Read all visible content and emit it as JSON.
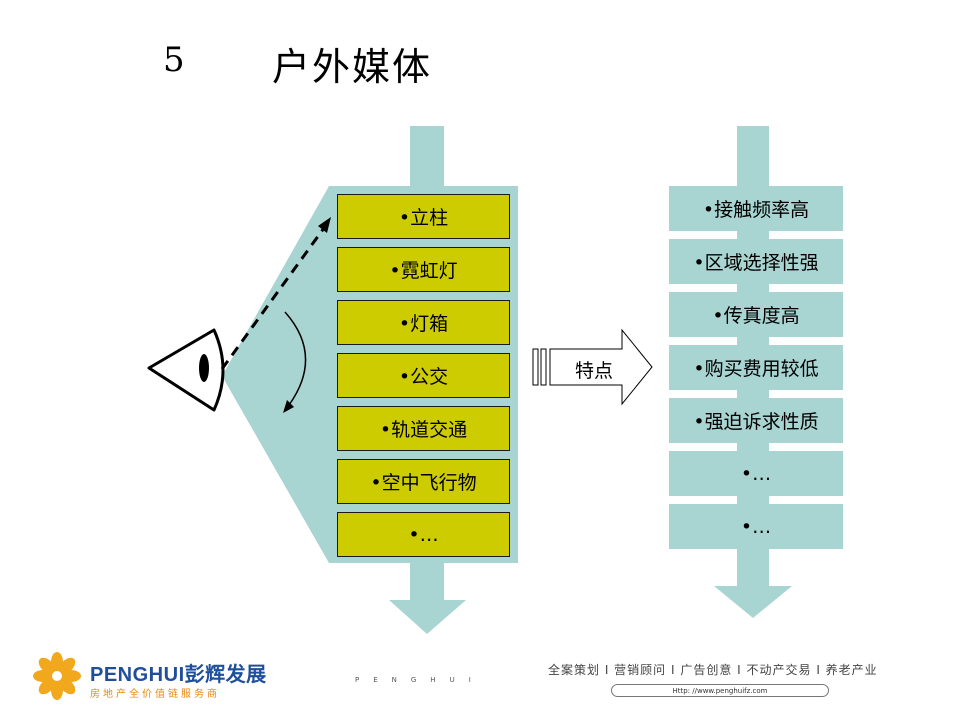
{
  "slide": {
    "number": "5",
    "title": "户外媒体"
  },
  "media_list": [
    "•立柱",
    "•霓虹灯",
    "•灯箱",
    "•公交",
    "•轨道交通",
    "•空中飞行物",
    "•…"
  ],
  "arrow_label": "特点",
  "features_list": [
    "•接触频率高",
    "•区域选择性强",
    "•传真度高",
    "•购买费用较低",
    "•强迫诉求性质",
    "•…",
    "•…"
  ],
  "footer": {
    "logo_text": "PENGHUI彭辉发展",
    "logo_sub": "房地产全价值链服务商",
    "small_brand": "PENGHUI",
    "services": "全案策划 I 营销顾问 I 广告创意 I 不动产交易 I 养老产业",
    "url": "Http: //www.penghuifz.com"
  },
  "colors": {
    "teal": "#a8d4d2",
    "olive": "#cccc00",
    "logo_blue": "#1f4e9a",
    "logo_orange": "#e48a0c"
  },
  "icons": [
    "eye-icon",
    "sun-logo-icon",
    "dashed-sight-arrow",
    "curved-arrow",
    "hollow-right-arrow"
  ]
}
